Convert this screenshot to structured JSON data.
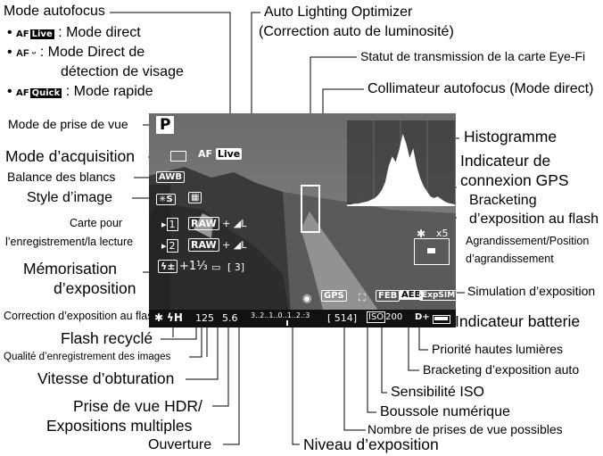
{
  "labels": {
    "mode_autofocus": "Mode autofocus",
    "af_direct": ": Mode direct",
    "af_face_1": ": Mode Direct de",
    "af_face_2": "détection de visage",
    "af_quick": ": Mode rapide",
    "mode_prise_vue": "Mode de prise de vue",
    "mode_acquisition": "Mode d’acquisition",
    "balance_blancs": "Balance des blancs",
    "style_image": "Style d’image",
    "carte_1": "Carte pour",
    "carte_2": "l’enregistrement/la lecture",
    "memo_expo_1": "Mémorisation",
    "memo_expo_2": "d’exposition",
    "correction_flash": "Correction d’exposition au flash",
    "flash_recycle": "Flash recyclé",
    "qualite": "Qualité d’enregistrement des images",
    "vitesse": "Vitesse d’obturation",
    "hdr_1": "Prise de vue HDR/",
    "hdr_2": "Expositions multiples",
    "ouverture": "Ouverture",
    "alo_1": "Auto Lighting Optimizer",
    "alo_2": "(Correction auto de luminosité)",
    "eyefi": "Statut de transmission de la carte Eye-Fi",
    "collimateur": "Collimateur autofocus (Mode direct)",
    "histogramme": "Histogramme",
    "gps_1": "Indicateur de",
    "gps_2": "connexion GPS",
    "bracket_flash_1": "Bracketing",
    "bracket_flash_2": "d’exposition au flash",
    "agrandissement_1": "Agrandissement/Position",
    "agrandissement_2": "d’agrandissement",
    "simulation": "Simulation d’exposition",
    "batterie": "Indicateur batterie",
    "priorite": "Priorité hautes lumières",
    "bracket_auto": "Bracketing d’exposition auto",
    "iso": "Sensibilité ISO",
    "boussole": "Boussole numérique",
    "nombre_prises": "Nombre de prises de vue possibles",
    "niveau": "Niveau d’exposition"
  },
  "af_icons": {
    "af": "AF",
    "live": "Live",
    "face": "AF ᵕ",
    "quick": "Quick"
  },
  "screen": {
    "mode": "P",
    "af_live": "Live",
    "awb": "AWB",
    "style": "S",
    "card1": "1",
    "card2": "2",
    "raw": "RAW",
    "plus_l": "+ ◢L",
    "expo_comp": "+1⅓",
    "burst": "[ 3]",
    "gps": "GPS",
    "feb": "FEB",
    "aeb": "AEB",
    "expsim": "ExpSIM",
    "magnify": "x5",
    "star": "✱",
    "flash": "ϟH",
    "shutter": "125",
    "aperture": "5.6",
    "scale": "3..2..1..0..1..2.:3",
    "shots": "[ 514]",
    "iso_label": "ISO",
    "iso_value": "200",
    "dplus": "D+"
  },
  "colors": {
    "line": "#000000",
    "overlay_text": "#ffffff"
  },
  "histogram_values": [
    0.02,
    0.02,
    0.03,
    0.03,
    0.04,
    0.05,
    0.06,
    0.08,
    0.1,
    0.14,
    0.2,
    0.3,
    0.5,
    0.62,
    0.55,
    0.7,
    0.9,
    0.78,
    0.6,
    0.72,
    0.5,
    0.35,
    0.25,
    0.18,
    0.12,
    0.1,
    0.12,
    0.09,
    0.06,
    0.04,
    0.03,
    0.02
  ]
}
